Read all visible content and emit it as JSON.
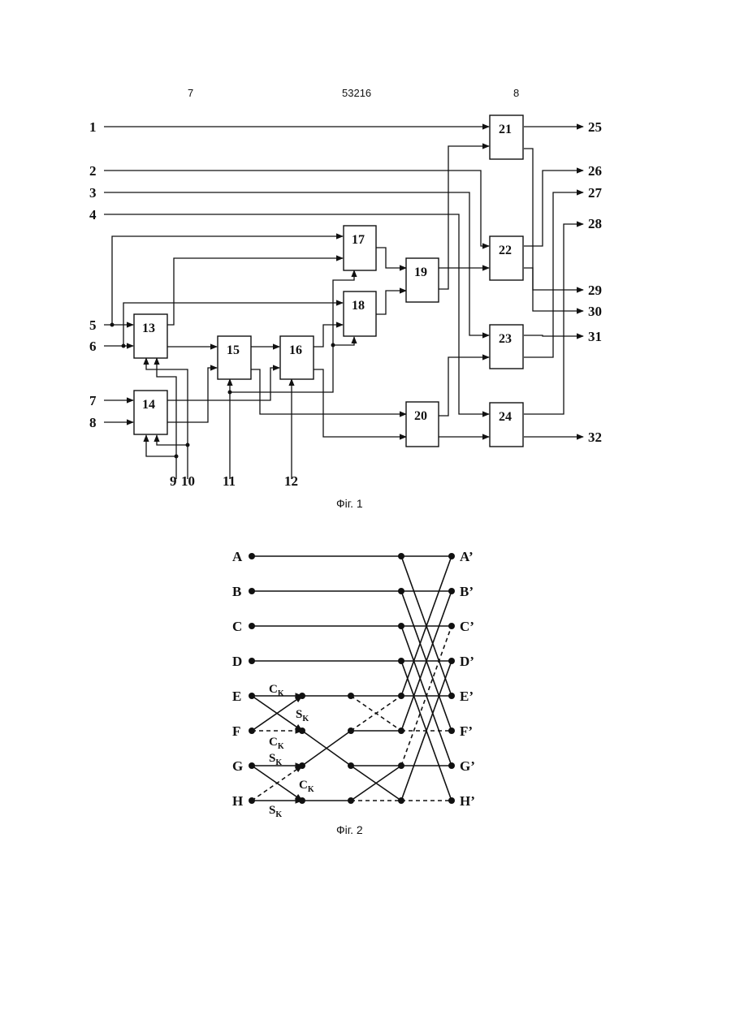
{
  "header": {
    "left_page": "7",
    "doc_number": "53216",
    "right_page": "8"
  },
  "fig1": {
    "caption": "Фіг. 1",
    "inputs": [
      "1",
      "2",
      "3",
      "4",
      "5",
      "6",
      "7",
      "8",
      "9",
      "10",
      "11",
      "12"
    ],
    "outputs": [
      "25",
      "26",
      "27",
      "28",
      "29",
      "30",
      "31",
      "32"
    ],
    "blocks": [
      "13",
      "14",
      "15",
      "16",
      "17",
      "18",
      "19",
      "20",
      "21",
      "22",
      "23",
      "24"
    ]
  },
  "fig2": {
    "caption": "Фіг. 2",
    "inputs": [
      "A",
      "B",
      "C",
      "D",
      "E",
      "F",
      "G",
      "H"
    ],
    "outputs": [
      "A’",
      "B’",
      "C’",
      "D’",
      "E’",
      "F’",
      "G’",
      "H’"
    ],
    "ck": "C",
    "sk": "S",
    "sub": "K"
  }
}
